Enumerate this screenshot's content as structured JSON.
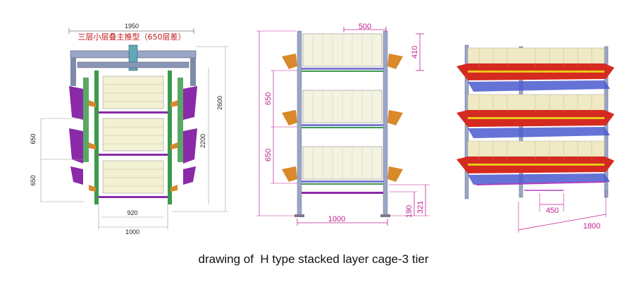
{
  "caption": "drawing of  H type stacked layer cage-3 tier",
  "left_drawing": {
    "title_cn": "三层小层叠主推型（650层差）",
    "width_top": "1950",
    "height_total": "2600",
    "height_inner": "2200",
    "tier_gap_1": "650",
    "tier_gap_2": "650",
    "width_inner": "920",
    "width_outer": "1000"
  },
  "middle_drawing": {
    "cage_width": "500",
    "cage_height": "410",
    "tier_gap_1": "650",
    "tier_gap_2": "650",
    "length": "1000",
    "foot_height": "190",
    "base_height": "321"
  },
  "right_drawing": {
    "leg_spacing": "450",
    "length": "1800"
  },
  "colors": {
    "dimension": "#c02090",
    "frame_green": "#3c9a4a",
    "panel_purple": "#8a2aa8",
    "trough_orange": "#d9882a",
    "trough_red": "#d42a20",
    "tray_blue": "#4a5ad0",
    "rail_yellow": "#e8c81a"
  }
}
